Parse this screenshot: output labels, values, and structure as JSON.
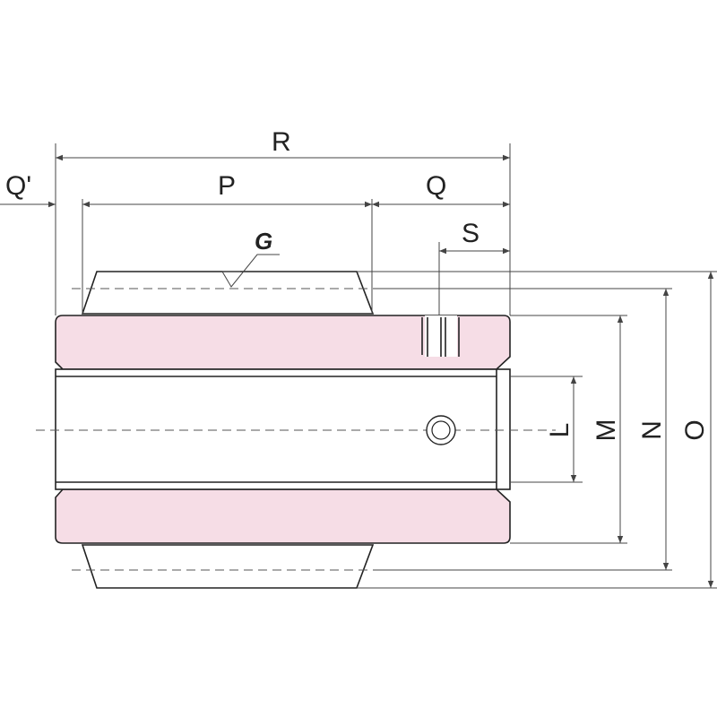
{
  "colors": {
    "section_fill": "#f6dde6",
    "body_fill": "#ffffff",
    "outline": "#222222",
    "dimension_line": "#444444"
  },
  "labels": {
    "r": "R",
    "p": "P",
    "q": "Q",
    "q_prime": "Q'",
    "s": "S",
    "g": "G",
    "l": "L",
    "m": "M",
    "n": "N",
    "o": "O"
  }
}
